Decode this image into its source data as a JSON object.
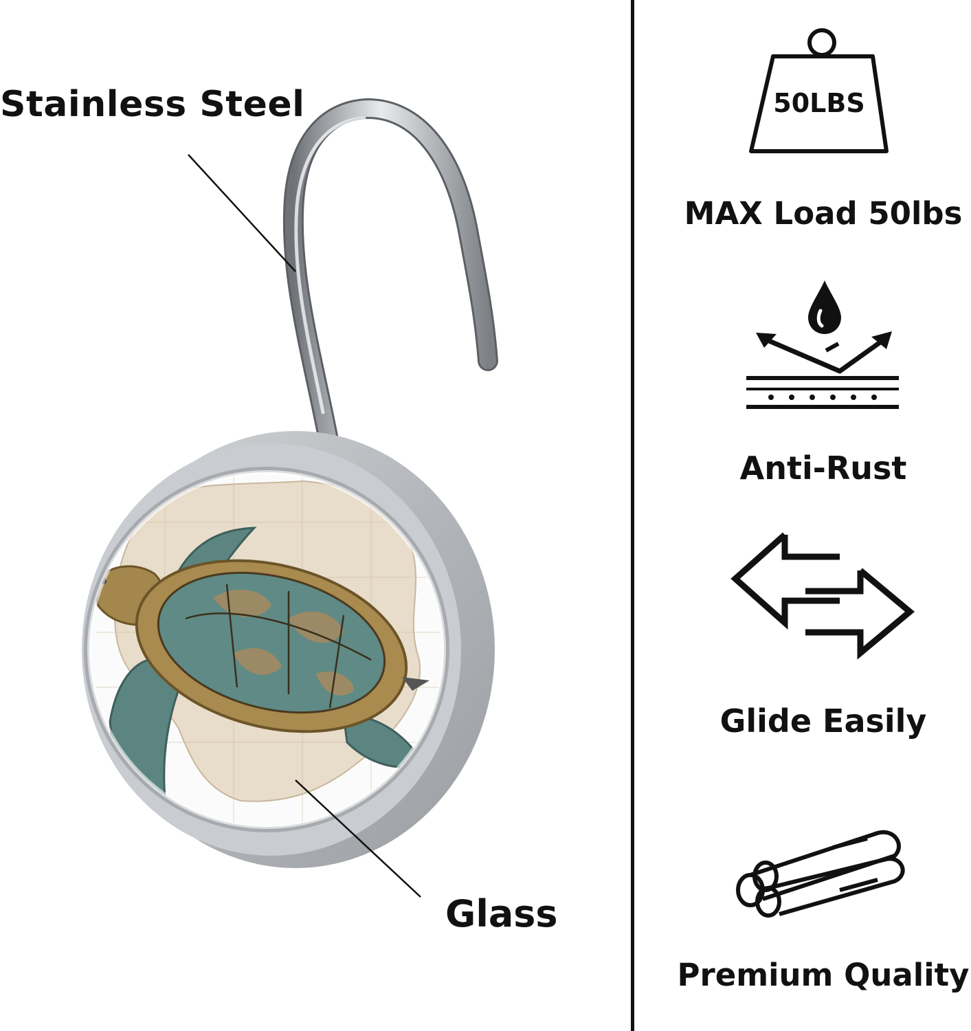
{
  "labels": {
    "material_hook": "Stainless Steel",
    "material_face": "Glass"
  },
  "features": [
    {
      "icon": "weight-icon",
      "icon_text": "50LBS",
      "label": "MAX Load 50lbs"
    },
    {
      "icon": "water-repellent-icon",
      "label": "Anti-Rust"
    },
    {
      "icon": "swap-arrows-icon",
      "label": "Glide Easily"
    },
    {
      "icon": "pipes-icon",
      "label": "Premium Quality"
    }
  ],
  "colors": {
    "text": "#111111",
    "metal": "#b9bcc0",
    "map": "#e6d9c6",
    "turtle_shell": "#5f8a86",
    "turtle_gold": "#a98a4f"
  }
}
